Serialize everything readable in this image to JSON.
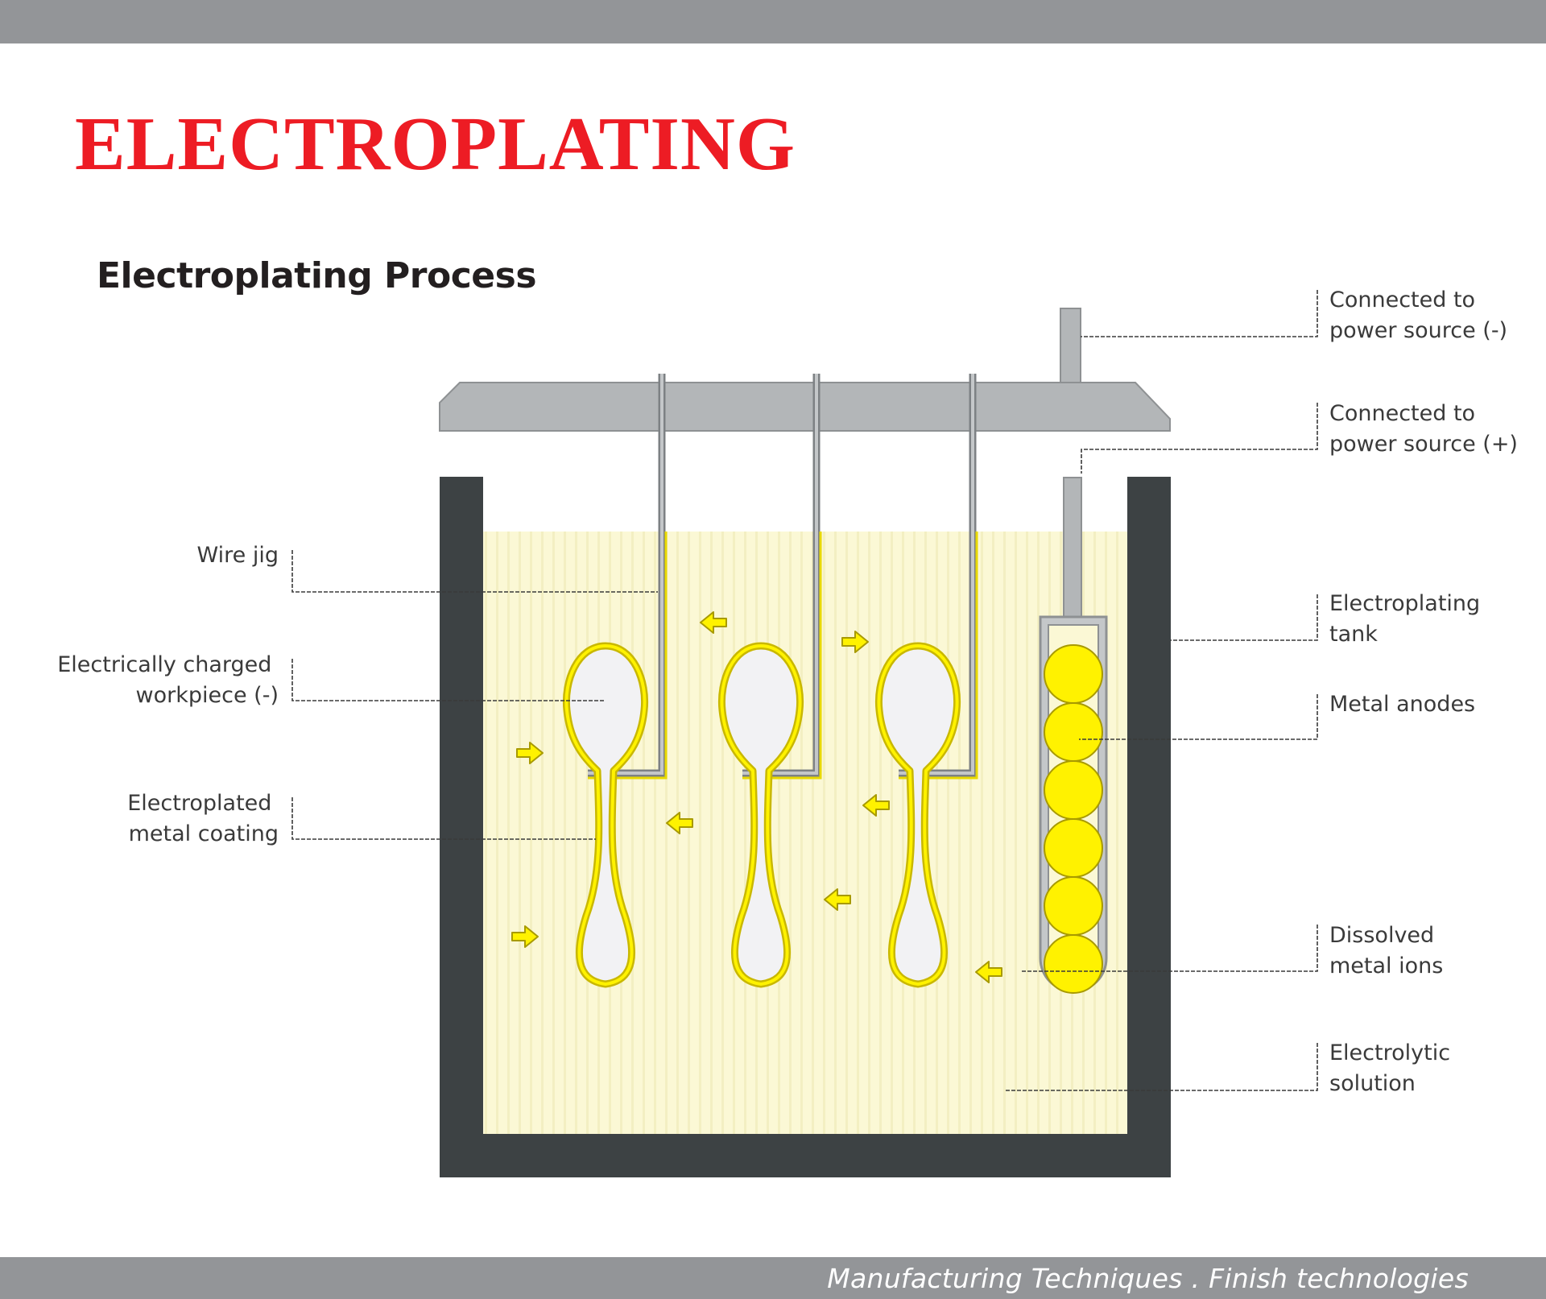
{
  "title": "ELECTROPLATING",
  "diagram": {
    "heading": "Electroplating Process",
    "labels_left": {
      "wire_jig": [
        "Wire jig"
      ],
      "workpiece": [
        "Electrically charged",
        "workpiece (-)"
      ],
      "coating": [
        "Electroplated",
        "metal coating"
      ]
    },
    "labels_right": {
      "power_neg": [
        "Connected to",
        "power source (-)"
      ],
      "power_pos": [
        "Connected to",
        "power source (+)"
      ],
      "tank": [
        "Electroplating",
        "tank"
      ],
      "anodes": [
        "Metal anodes"
      ],
      "ions": [
        "Dissolved",
        "metal ions"
      ],
      "solution": [
        "Electrolytic",
        "solution"
      ]
    }
  },
  "footer": "Manufacturing Techniques . Finish technologies",
  "colors": {
    "title_red": "#ed1c24",
    "tank_dark": "#3d4244",
    "solution": "#fbf8d5",
    "bar_gray": "#939598",
    "metal_yellow": "#fff200",
    "spoon_white": "#f2f2f4",
    "rack_gray": "#b3b6b8"
  }
}
